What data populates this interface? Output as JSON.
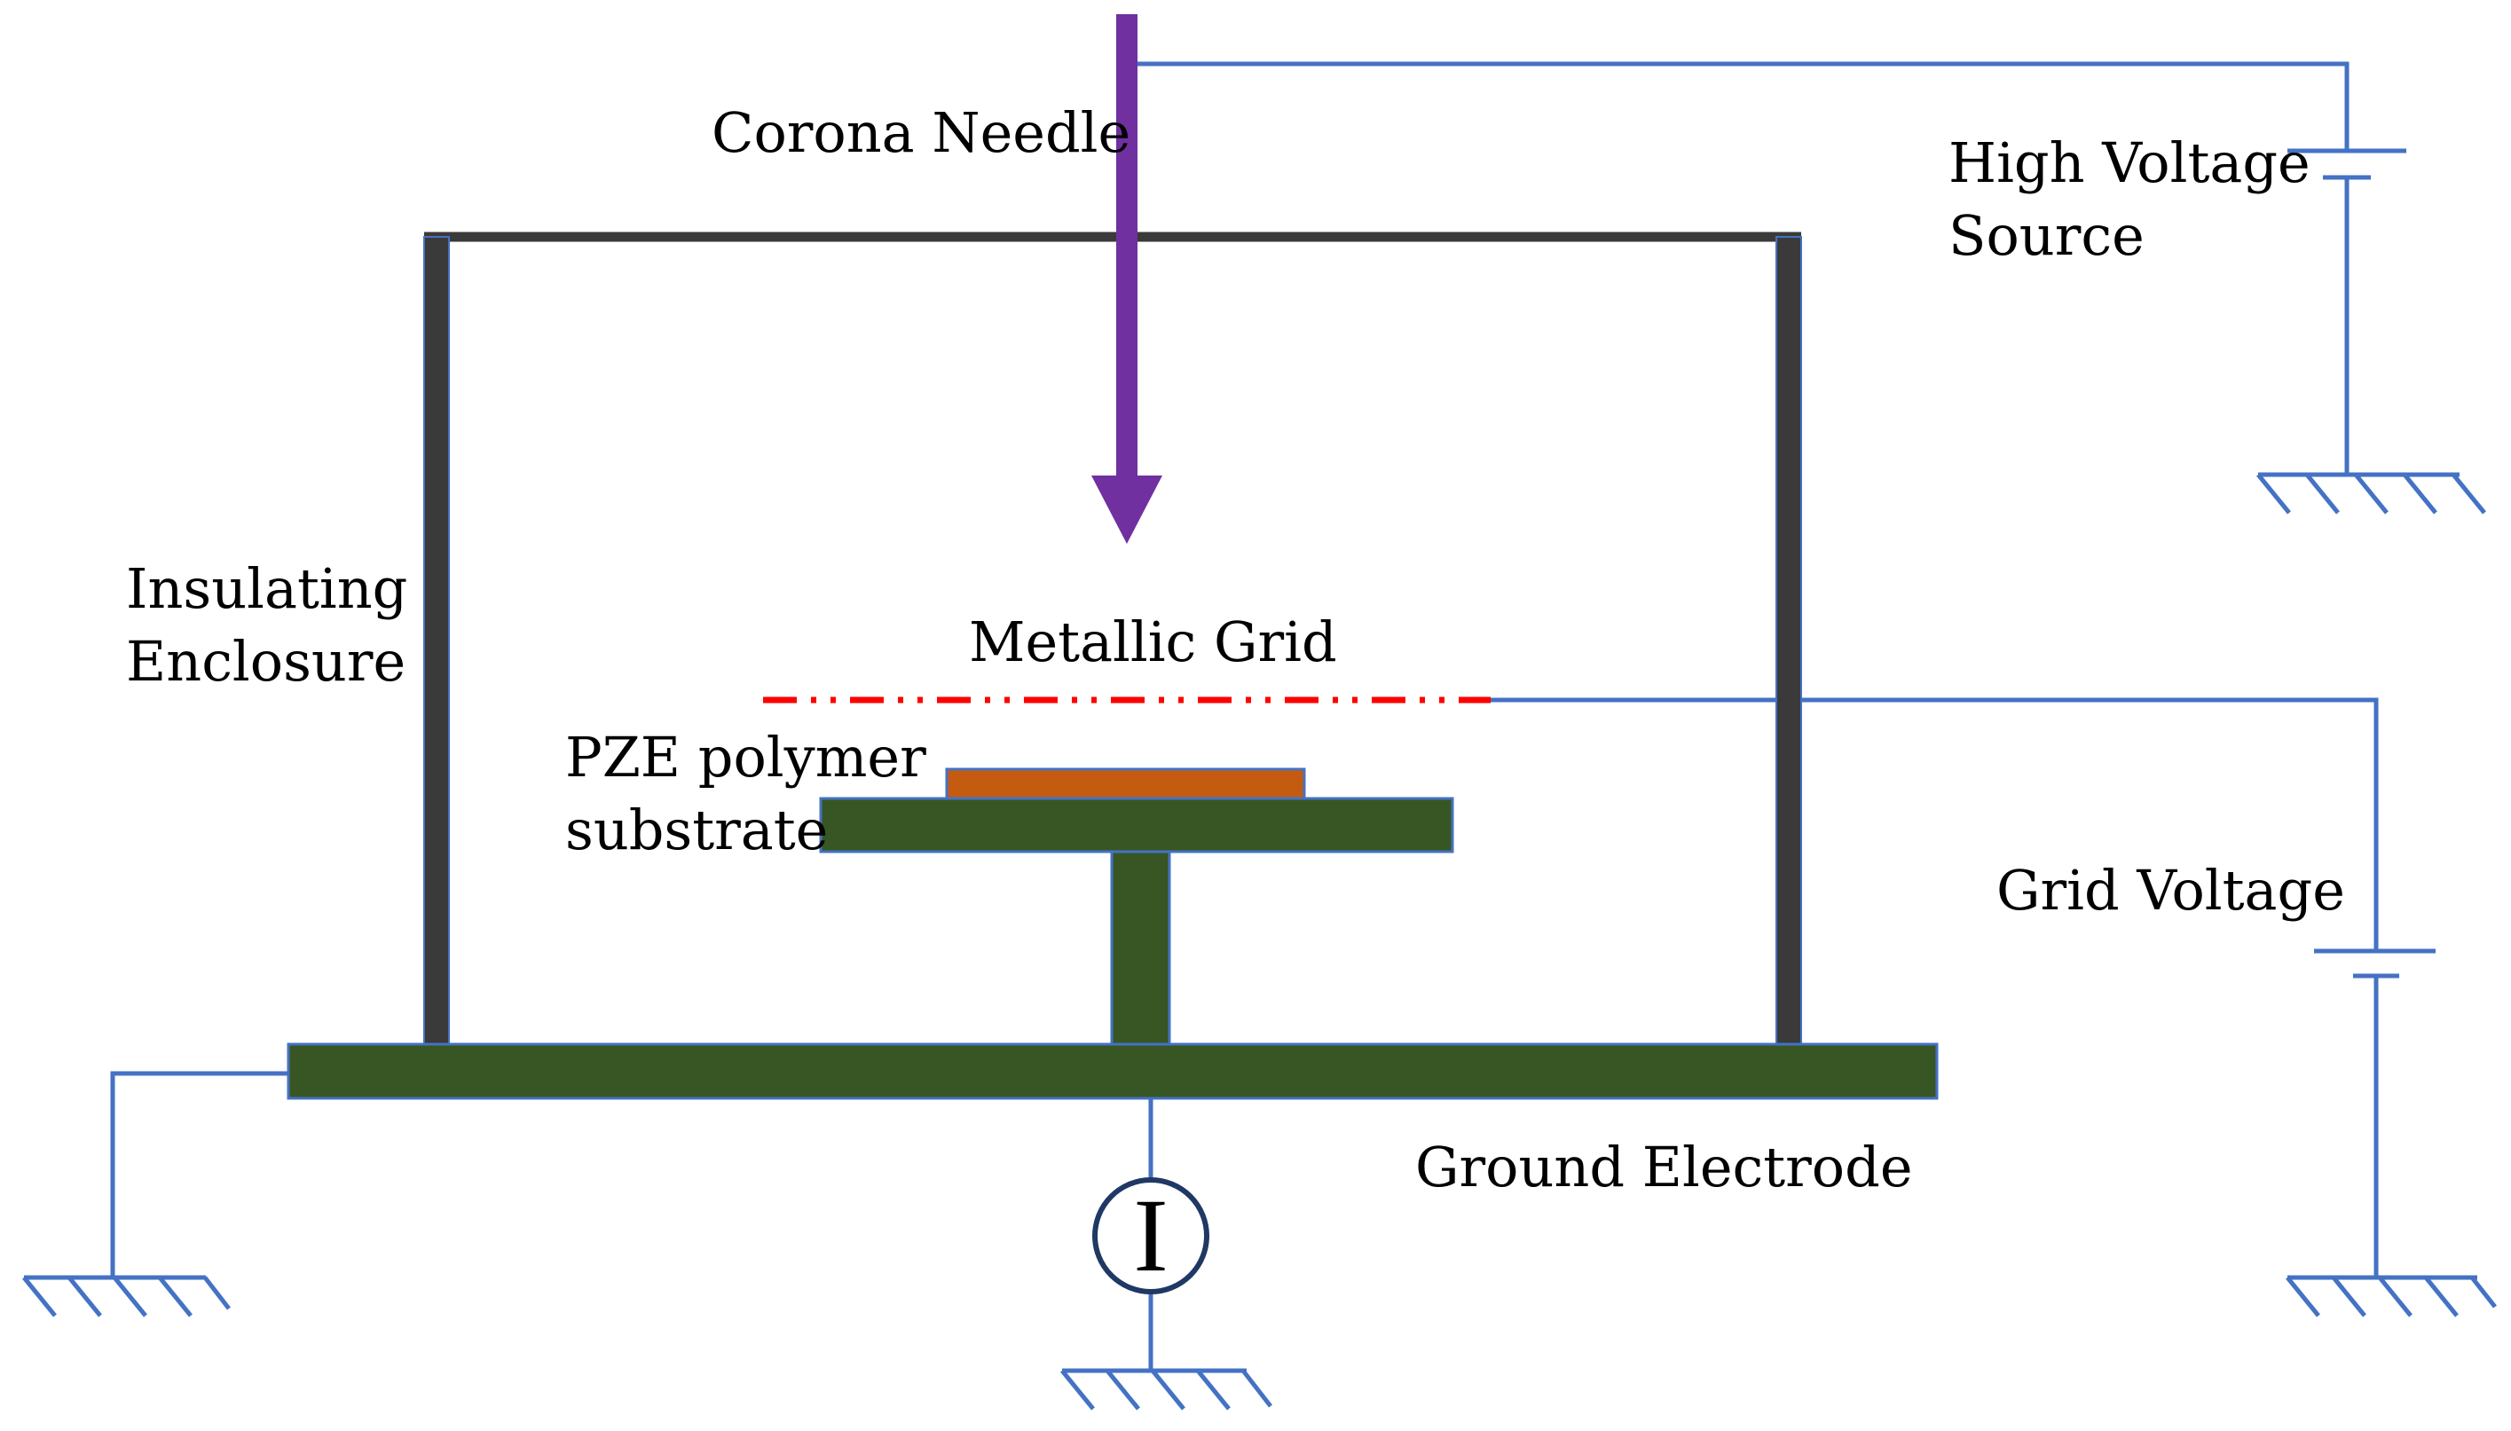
{
  "labels": {
    "corona_needle": "Corona Needle",
    "high_voltage_line1": "High Voltage",
    "high_voltage_line2": "Source",
    "insulating_line1": "Insulating",
    "insulating_line2": "Enclosure",
    "metallic_grid": "Metallic Grid",
    "pze_line1": "PZE polymer",
    "pze_line2": "substrate",
    "grid_voltage": "Grid Voltage",
    "ground_electrode": "Ground Electrode",
    "ammeter_symbol": "I"
  },
  "colors": {
    "wire": "#4472c4",
    "enclosure": "#3a3a3a",
    "electrode": "#375623",
    "polymer": "#c55a11",
    "needle": "#7030a0",
    "grid": "#ff0000"
  },
  "icons": [
    "ground-symbol",
    "battery-symbol",
    "ammeter-symbol",
    "arrow-down"
  ]
}
